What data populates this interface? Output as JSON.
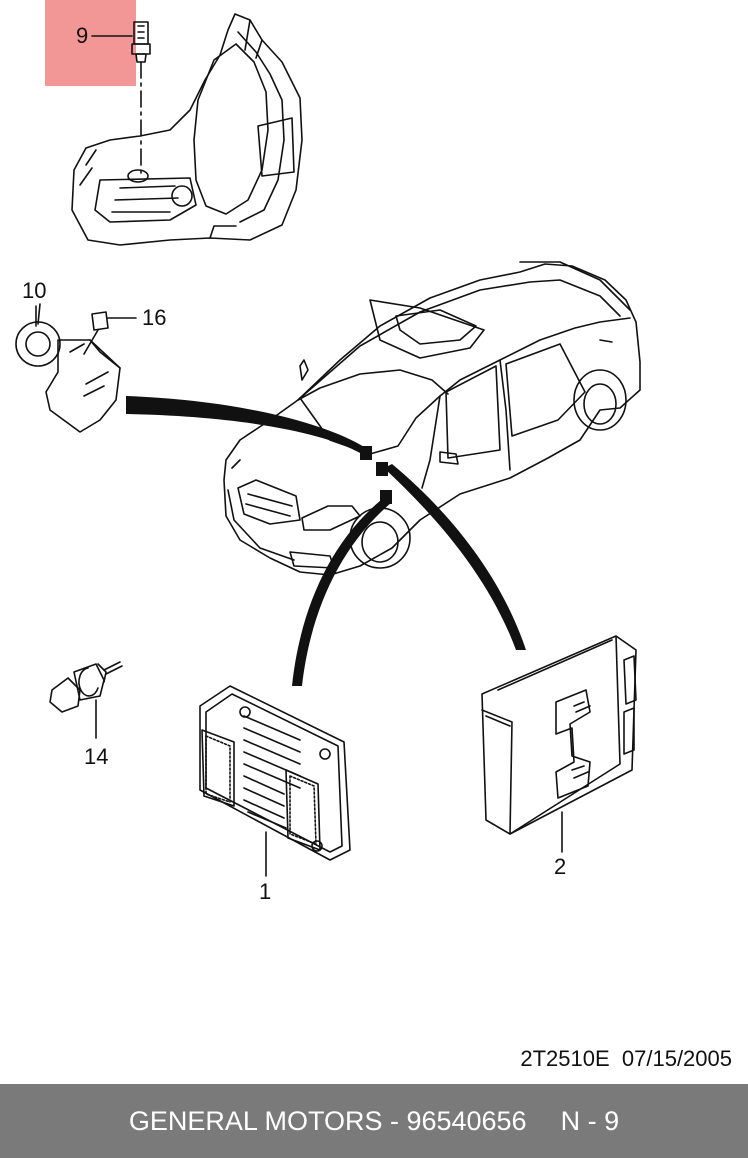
{
  "callouts": {
    "c9": "9",
    "c10": "10",
    "c16": "16",
    "c14": "14",
    "c1": "1",
    "c2": "2"
  },
  "drawing_code": "2T2510E  07/15/2005",
  "footer": {
    "part_text": "GENERAL MOTORS - 96540656",
    "ref_text": "N - 9"
  },
  "colors": {
    "highlight": "#f28b8b",
    "footer_bg": "#7a7a7a",
    "footer_text": "#ffffff",
    "line": "#111111"
  }
}
